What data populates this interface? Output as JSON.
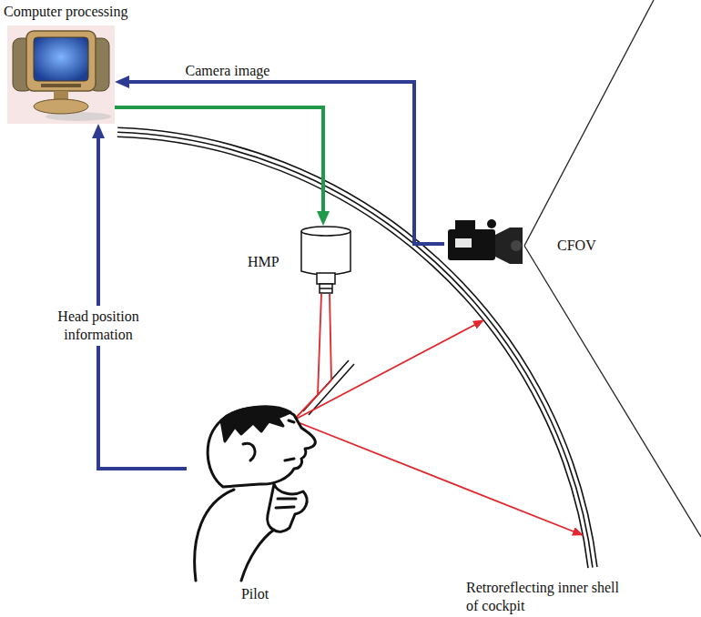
{
  "diagram": {
    "nodes": [
      {
        "text": [
          "Computer processing"
        ]
      },
      {
        "text": [
          "CFOV"
        ]
      },
      {
        "text": [
          "HMP"
        ]
      },
      {
        "text": [
          "Pilot"
        ]
      }
    ],
    "edges": [
      {
        "from": 1,
        "to": 0,
        "label": "Camera image",
        "arrow": "to"
      },
      {
        "from": 0,
        "to": 2,
        "arrow": "to"
      },
      {
        "from": 3,
        "to": 0,
        "label": "Head position information",
        "arrow": "to"
      }
    ],
    "labels": [
      "Retroreflecting inner shell of cockpit"
    ]
  }
}
